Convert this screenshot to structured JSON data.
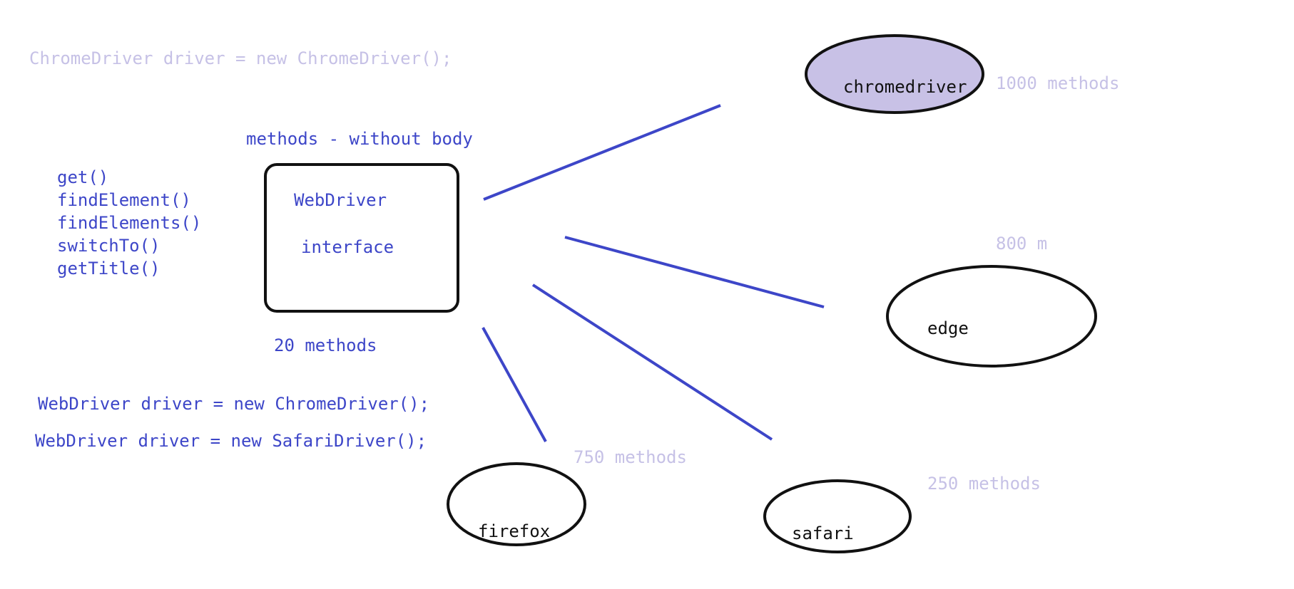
{
  "code_lines": {
    "chrome_line": "ChromeDriver driver = new ChromeDriver();",
    "webdriver_chrome_line": "WebDriver driver = new ChromeDriver();",
    "webdriver_safari_line": "WebDriver driver = new SafariDriver();"
  },
  "interface_box": {
    "heading": "methods - without body",
    "name": "WebDriver",
    "kind": "interface",
    "count_label": "20 methods",
    "methods": [
      "get()",
      "findElement()",
      "findElements()",
      "switchTo()",
      "getTitle()"
    ]
  },
  "browsers": {
    "chrome": {
      "label": "chromedriver",
      "methods_label": "1000 methods",
      "fill": "#c8c1e6"
    },
    "edge": {
      "label": "edge",
      "methods_label": "800 m"
    },
    "safari": {
      "label": "safari",
      "methods_label": "250 methods"
    },
    "firefox": {
      "label": "firefox",
      "methods_label": "750 methods"
    }
  },
  "colors": {
    "ink_blue": "#3d46c8",
    "faint_lavender": "#c6c1e6",
    "outline_black": "#111111"
  }
}
